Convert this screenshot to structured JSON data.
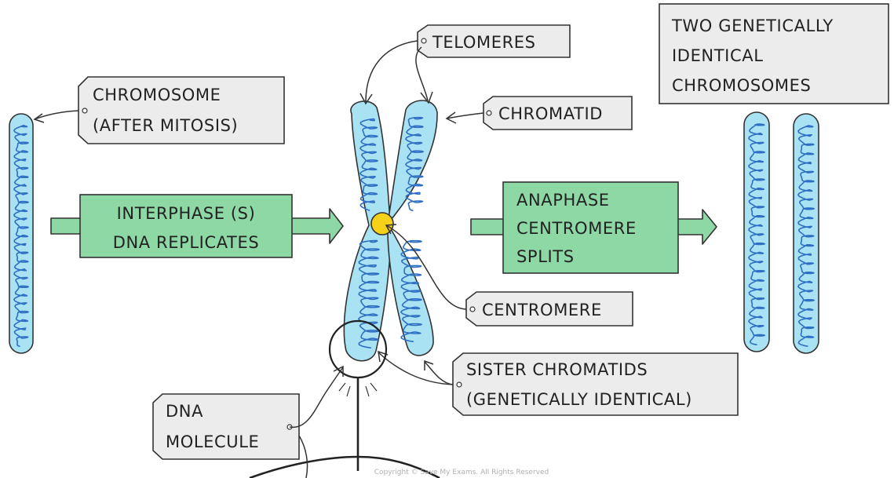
{
  "labels": {
    "telomeres": "TELOMERES",
    "chromatid": "CHROMATID",
    "chromosome_line1": "CHROMOSOME",
    "chromosome_line2": "(AFTER MITOSIS)",
    "two_identical_line1": "TWO GENETICALLY",
    "two_identical_line2": "IDENTICAL",
    "two_identical_line3": "CHROMOSOMES",
    "interphase_line1": "INTERPHASE (S)",
    "interphase_line2": "DNA REPLICATES",
    "anaphase_line1": "ANAPHASE",
    "anaphase_line2": "CENTROMERE",
    "anaphase_line3": "SPLITS",
    "centromere": "CENTROMERE",
    "sister_line1": "SISTER CHROMATIDS",
    "sister_line2": "(GENETICALLY IDENTICAL)",
    "dna_line1": "DNA",
    "dna_line2": "MOLECULE"
  },
  "copyright": "Copyright © Save My Exams. All Rights Reserved",
  "colors": {
    "chromosome_fill": "#a9e3f3",
    "dna_coil": "#2e6fc4",
    "process_green": "#8ed8a6",
    "centromere_yellow": "#f5d11a",
    "tag_grey": "#ececec"
  }
}
